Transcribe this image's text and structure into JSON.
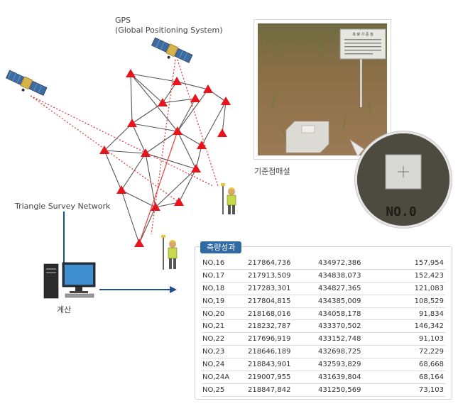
{
  "gps": {
    "title": "GPS",
    "subtitle": "(Global Positioning System)"
  },
  "network_label": "Triangle Survey Network",
  "computer_label": "계산",
  "photo": {
    "caption": "기준점매설",
    "sign_text": "측 량 기 준 점",
    "marker_text": "NO.0"
  },
  "results": {
    "title": "측량성과",
    "rows": [
      [
        "NO,16",
        "217864,736",
        "434972,386",
        "157,954"
      ],
      [
        "NO,17",
        "217913,509",
        "434838,073",
        "152,423"
      ],
      [
        "NO,18",
        "217283,301",
        "434827,365",
        "121,083"
      ],
      [
        "NO,19",
        "217804,815",
        "434385,009",
        "108,529"
      ],
      [
        "NO,20",
        "218168,016",
        "434058,178",
        "91,834"
      ],
      [
        "NO,21",
        "218232,787",
        "433370,502",
        "146,342"
      ],
      [
        "NO,22",
        "217696,919",
        "433152,748",
        "91,103"
      ],
      [
        "NO,23",
        "218646,189",
        "432698,725",
        "72,229"
      ],
      [
        "NO,24",
        "218843,901",
        "432593,829",
        "68,668"
      ],
      [
        "NO,24A",
        "219007,955",
        "431639,804",
        "68,164"
      ],
      [
        "NO,25",
        "218847,842",
        "431250,569",
        "73,103"
      ]
    ]
  },
  "colors": {
    "station": "#e8141c",
    "signal_line": "#e04040",
    "network_line": "#444444",
    "title_badge": "#2f6aa3",
    "arrow": "#1f4f8a"
  }
}
